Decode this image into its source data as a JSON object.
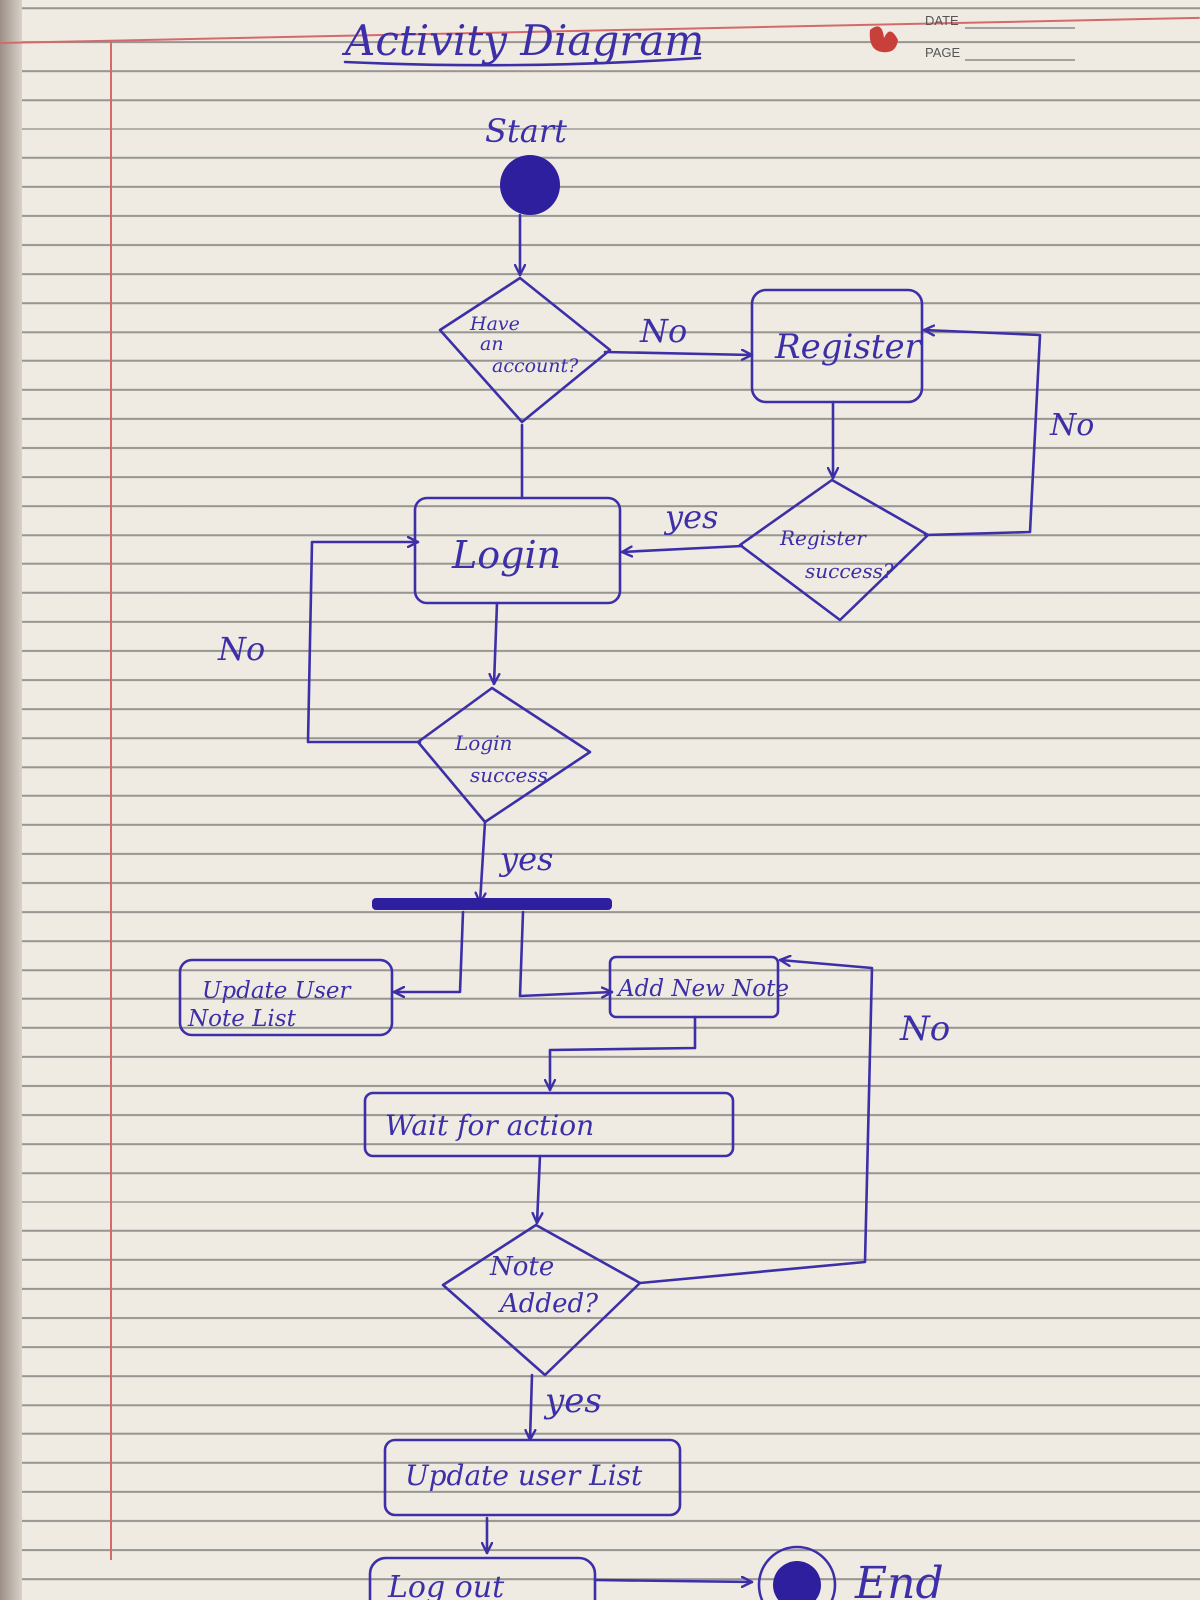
{
  "title": "Activity Diagram",
  "header": {
    "date_label": "DATE",
    "page_label": "PAGE"
  },
  "start_label": "Start",
  "end_label": "End",
  "decisions": {
    "have_account": [
      "Have",
      "an",
      "account?"
    ],
    "register_success": [
      "Register",
      "success?"
    ],
    "login_success": [
      "Login",
      "success"
    ],
    "note_added": [
      "Note",
      "Added?"
    ]
  },
  "activities": {
    "register": "Register",
    "login": "Login",
    "update_note_list": [
      "Update User",
      "Note List"
    ],
    "add_new_note": "Add New Note",
    "wait_for_action": "Wait for action",
    "update_user_list": "Update user List",
    "log_out": "Log out"
  },
  "edge_labels": {
    "have_account_no": "No",
    "register_no": "No",
    "register_yes": "yes",
    "login_no": "No",
    "login_yes": "yes",
    "note_no": "No",
    "note_yes": "yes"
  },
  "colors": {
    "ink": "#3c2fa8",
    "paper": "#efebe2",
    "margin": "#d46a6a"
  }
}
